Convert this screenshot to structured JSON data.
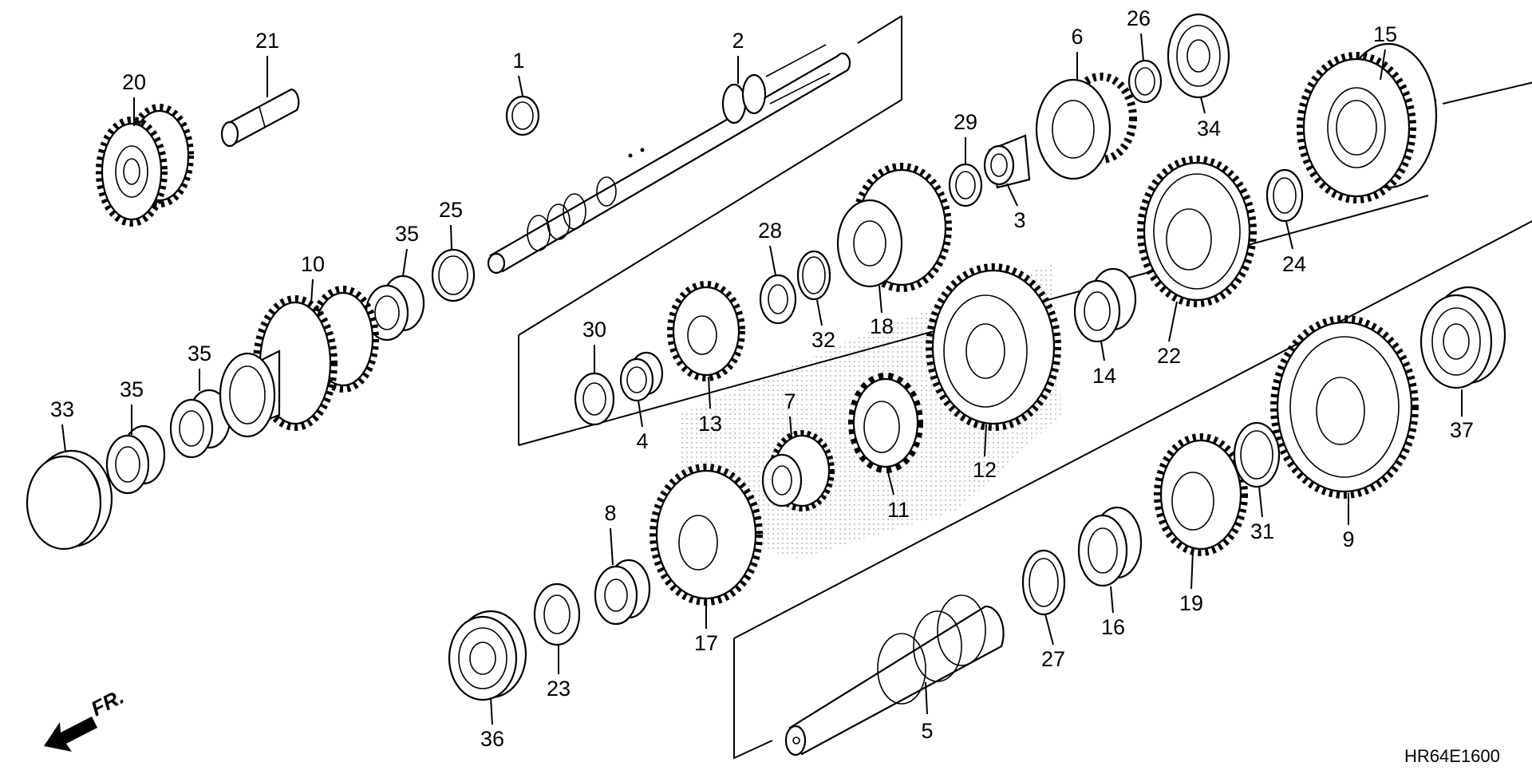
{
  "diagram": {
    "code": "HR64E1600",
    "direction_label": "FR.",
    "callouts": [
      "1",
      "2",
      "3",
      "4",
      "5",
      "6",
      "7",
      "8",
      "9",
      "10",
      "11",
      "12",
      "13",
      "14",
      "15",
      "16",
      "17",
      "18",
      "19",
      "20",
      "21",
      "22",
      "23",
      "24",
      "25",
      "26",
      "27",
      "28",
      "29",
      "30",
      "31",
      "32",
      "33",
      "34",
      "35",
      "36",
      "37"
    ]
  }
}
